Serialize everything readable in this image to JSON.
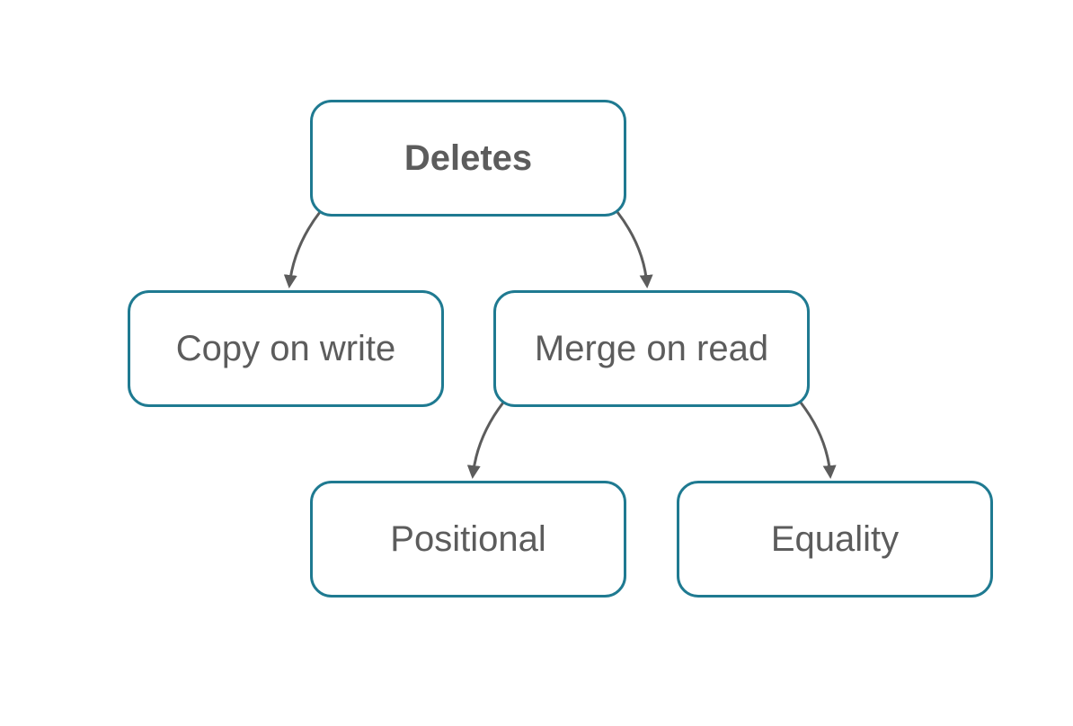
{
  "diagram": {
    "nodes": {
      "deletes": "Deletes",
      "copy_on_write": "Copy on write",
      "merge_on_read": "Merge on read",
      "positional": "Positional",
      "equality": "Equality"
    },
    "edges": [
      {
        "from": "deletes",
        "to": "copy_on_write"
      },
      {
        "from": "deletes",
        "to": "merge_on_read"
      },
      {
        "from": "merge_on_read",
        "to": "positional"
      },
      {
        "from": "merge_on_read",
        "to": "equality"
      }
    ],
    "colors": {
      "node_border": "#1f7a91",
      "text": "#5c5c5c",
      "arrow": "#5c5c5c"
    }
  }
}
